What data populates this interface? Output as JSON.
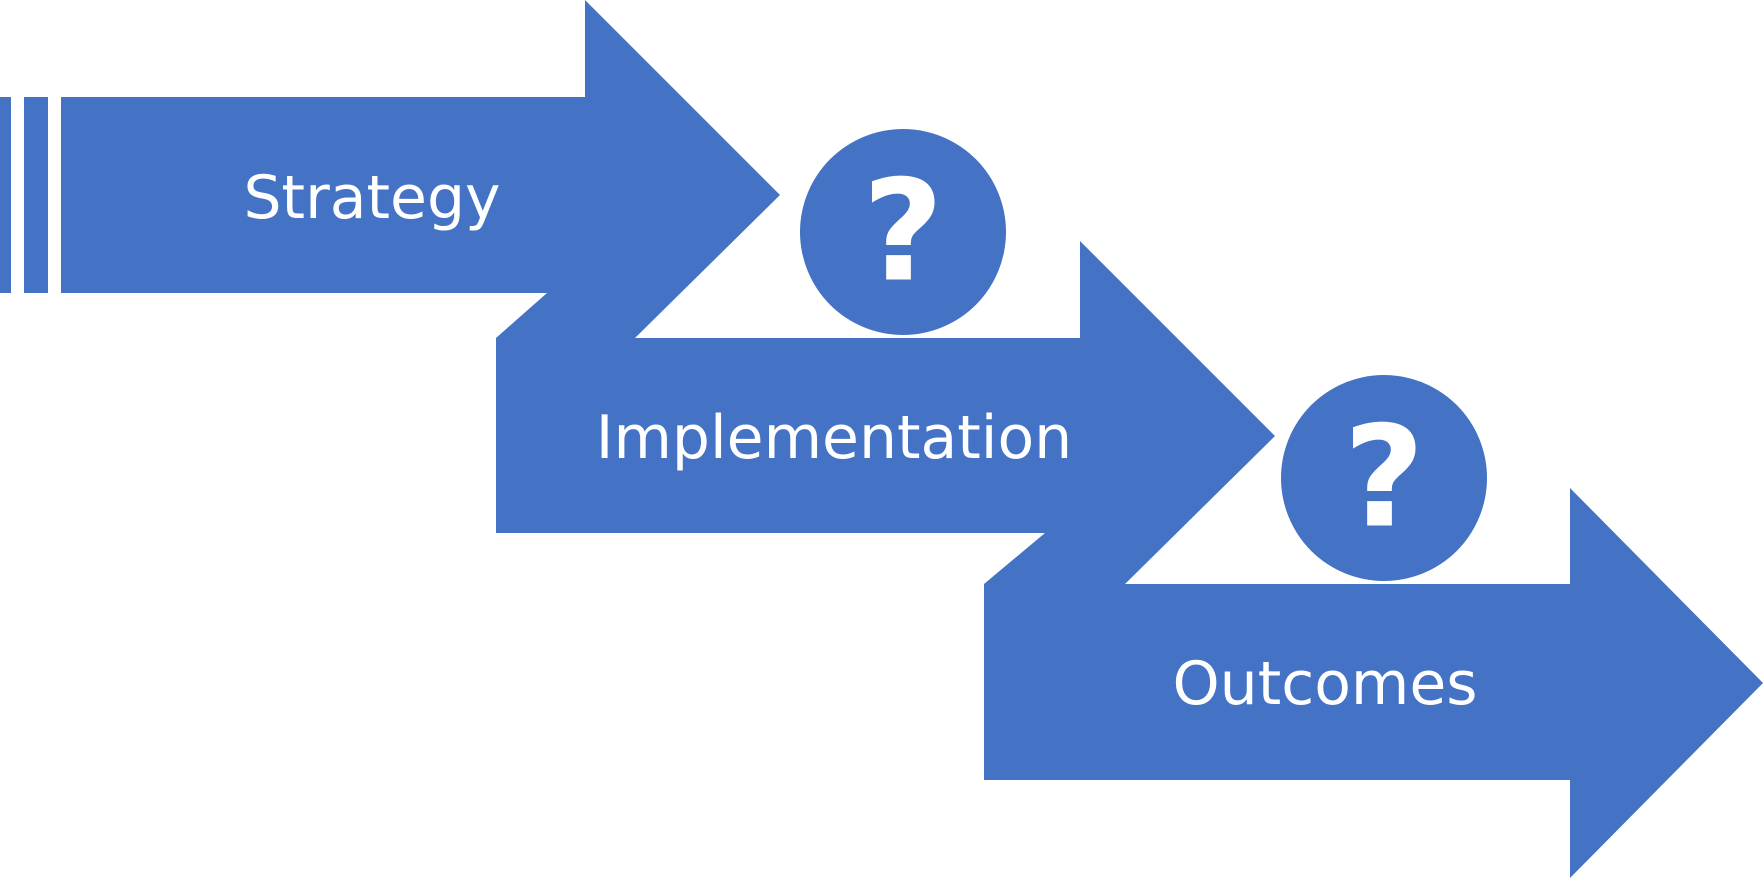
{
  "colors": {
    "shape_fill": "#4472c4",
    "text": "#ffffff",
    "background": "#ffffff"
  },
  "steps": [
    {
      "label": "Strategy"
    },
    {
      "label": "Implementation"
    },
    {
      "label": "Outcomes"
    }
  ],
  "transitions": [
    {
      "icon": "question-mark-icon",
      "glyph": "?"
    },
    {
      "icon": "question-mark-icon",
      "glyph": "?"
    }
  ]
}
